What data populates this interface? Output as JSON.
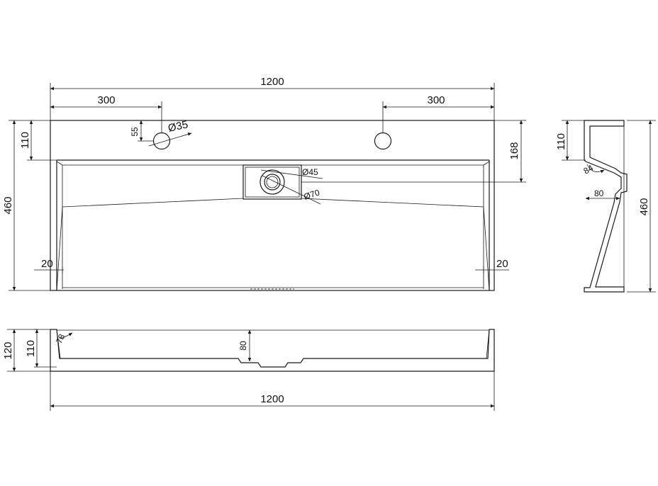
{
  "top_view": {
    "overall_width": "1200",
    "hole_left_offset": "300",
    "hole_right_offset": "300",
    "hole_diameter": "Ø35",
    "hole_center_from_edge": "55",
    "back_deck_depth": "110",
    "drain_from_edge": "168",
    "overall_depth": "460",
    "drain_inner_diameter": "Ø45",
    "drain_outer_diameter": "Ø70",
    "left_wall": "20",
    "right_wall": "20"
  },
  "side_view": {
    "deck_depth": "110",
    "slope_angle": "84",
    "drain_depth": "80",
    "overall_depth": "460"
  },
  "front_view": {
    "overall_height": "120",
    "inner_height": "110",
    "wall_angle": "78",
    "drain_height": "80",
    "overall_width": "1200"
  }
}
